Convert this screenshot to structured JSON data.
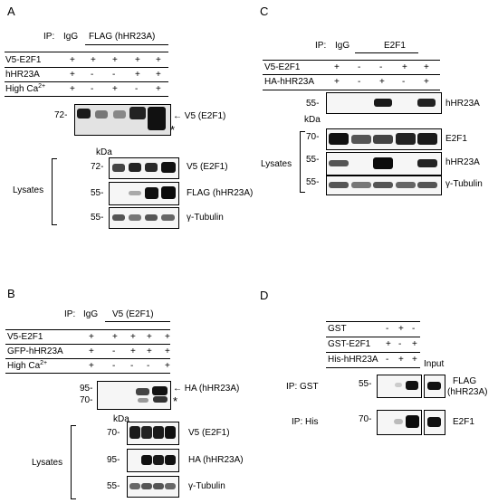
{
  "panel_A": {
    "letter": "A",
    "ip_label": "IP:",
    "igg_label": "IgG",
    "ip_target": "FLAG (hHR23A)",
    "rows": [
      {
        "label": "V5-E2F1",
        "marks": [
          "+",
          "+",
          "+",
          "+",
          "+"
        ]
      },
      {
        "label": "hHR23A",
        "marks": [
          "+",
          "-",
          "-",
          "+",
          "+"
        ]
      },
      {
        "label": "High Ca",
        "sup": "2+",
        "marks": [
          "+",
          "-",
          "+",
          "-",
          "+"
        ]
      }
    ],
    "ip_blot": {
      "marker": "72-",
      "band_label": "← V5 (E2F1)",
      "star": "*"
    },
    "lysates_label": "Lysates",
    "kda": "kDa",
    "lysate_blots": [
      {
        "marker": "72-",
        "label": "V5 (E2F1)"
      },
      {
        "marker": "55-",
        "label": "FLAG (hHR23A)"
      },
      {
        "marker": "55-",
        "label": "γ-Tubulin"
      }
    ]
  },
  "panel_B": {
    "letter": "B",
    "ip_label": "IP:",
    "igg_label": "IgG",
    "ip_target": "V5 (E2F1)",
    "rows": [
      {
        "label": "V5-E2F1",
        "marks": [
          "+",
          "+",
          "+",
          "+",
          "+"
        ]
      },
      {
        "label": "GFP-hHR23A",
        "marks": [
          "+",
          "-",
          "+",
          "+",
          "+"
        ]
      },
      {
        "label": "High Ca",
        "sup": "2+",
        "marks": [
          "+",
          "-",
          "-",
          "-",
          "+"
        ]
      }
    ],
    "ip_blot": {
      "marker_top": "95-",
      "marker_bottom": "70-",
      "band_label": "← HA (hHR23A)",
      "star": "*"
    },
    "lysates_label": "Lysates",
    "kda": "kDa",
    "lysate_blots": [
      {
        "marker": "70-",
        "label": "V5 (E2F1)"
      },
      {
        "marker": "95-",
        "label": "HA (hHR23A)"
      },
      {
        "marker": "55-",
        "label": "γ-Tubulin"
      }
    ]
  },
  "panel_C": {
    "letter": "C",
    "ip_label": "IP:",
    "igg_label": "IgG",
    "ip_target": "E2F1",
    "rows": [
      {
        "label": "V5-E2F1",
        "marks": [
          "+",
          "-",
          "-",
          "+",
          "+"
        ]
      },
      {
        "label": "HA-hHR23A",
        "marks": [
          "+",
          "-",
          "+",
          "-",
          "+"
        ]
      }
    ],
    "ip_blot": {
      "marker": "55-",
      "label": "hHR23A"
    },
    "kda": "kDa",
    "lysates_label": "Lysates",
    "lysate_blots": [
      {
        "marker": "70-",
        "label": "E2F1"
      },
      {
        "marker": "55-",
        "label": "hHR23A"
      },
      {
        "marker": "55-",
        "label": "γ-Tubulin"
      }
    ]
  },
  "panel_D": {
    "letter": "D",
    "rows": [
      {
        "label": "GST",
        "marks": [
          "-",
          "+",
          "-"
        ]
      },
      {
        "label": "GST-E2F1",
        "marks": [
          "+",
          "-",
          "+"
        ]
      },
      {
        "label": "His-hHR23A",
        "marks": [
          "-",
          "+",
          "+"
        ]
      }
    ],
    "input_label": "Input",
    "blots": [
      {
        "ip": "IP: GST",
        "marker": "55-",
        "label_line1": "FLAG",
        "label_line2": "(hHR23A)"
      },
      {
        "ip": "IP: His",
        "marker": "70-",
        "label_line1": "E2F1",
        "label_line2": ""
      }
    ]
  }
}
